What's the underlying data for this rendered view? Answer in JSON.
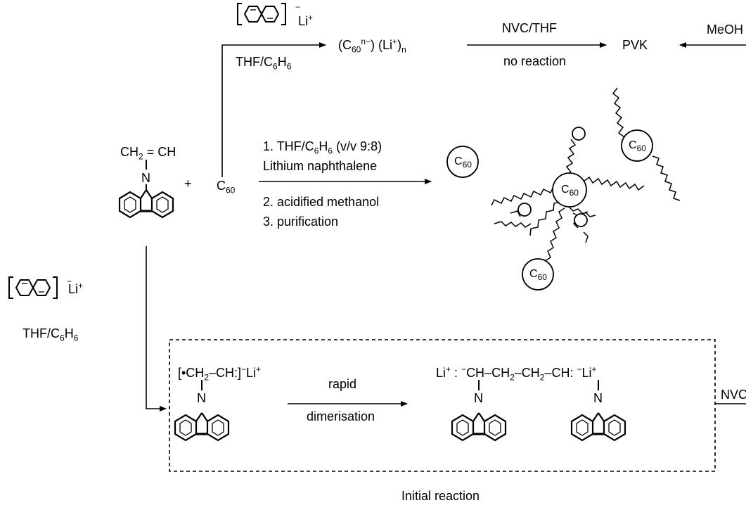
{
  "reagents": {
    "li_plus": "Li",
    "plus_sup": "+",
    "minus_sup": "−",
    "thf": "THF/C",
    "thf_sub1": "6",
    "thf_h": "H",
    "thf_sub2": "6"
  },
  "top_route": {
    "product_open": "(C",
    "product_sub": "60",
    "product_sup": "n−",
    "product_mid": ") (Li",
    "product_sup2": "+",
    "product_close": ")",
    "product_sub2": "n",
    "nvc_thf": "NVC/THF",
    "no_reaction": "no reaction",
    "pvk": "PVK",
    "meoh": "MeOH"
  },
  "monomer": {
    "vinyl": "CH",
    "vinyl_sub": "2",
    "vinyl_rest": " = CH",
    "n": "N"
  },
  "middle": {
    "plus": "+",
    "c60": "C",
    "c60_sub": "60",
    "step1_a": "1. THF/C",
    "step1_sub1": "6",
    "step1_b": "H",
    "step1_sub2": "6",
    "step1_c": " (v/v 9:8)",
    "step1_reagent": "Lithium naphthalene",
    "step2": "2. acidified methanol",
    "step3": "3. purification"
  },
  "star_polymer": {
    "c": "C",
    "sub": "60"
  },
  "initial_reaction": {
    "radical_anion": "[•CH",
    "ra_sub": "2",
    "ra_rest": "–CH:]",
    "ra_sup": "−",
    "ra_li": "Li",
    "ra_li_sup": "+",
    "n": "N",
    "rapid": "rapid",
    "dimerisation": "dimerisation",
    "dimer_li1": "Li",
    "dimer_li1_sup": "+",
    "dimer_a": " : ",
    "dimer_minus": "−",
    "dimer_b": "CH–CH",
    "dimer_sub1": "2",
    "dimer_c": "–CH",
    "dimer_sub2": "2",
    "dimer_d": "–CH: ",
    "dimer_minus2": "−",
    "dimer_li2": "Li",
    "dimer_li2_sup": "+",
    "nvc": "NVC",
    "caption": "Initial reaction"
  }
}
